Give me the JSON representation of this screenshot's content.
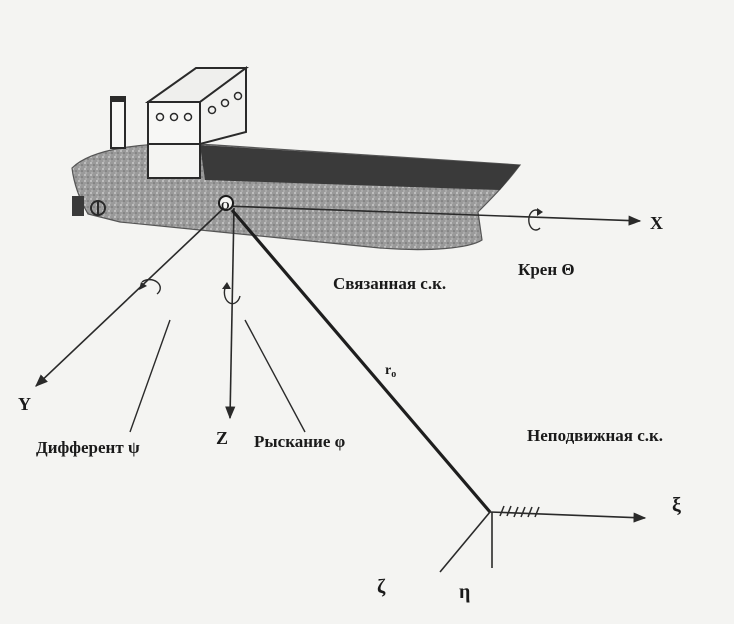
{
  "labels": {
    "x_axis": "X",
    "y_axis": "Y",
    "z_axis": "Z",
    "origin": "O",
    "roll": "Крен Θ",
    "pitch": "Дифферент ψ",
    "yaw": "Рыскание φ",
    "body_frame": "Связанная с.к.",
    "fixed_frame": "Неподвижная с.к.",
    "radius_vector": "r",
    "radius_subscript": "o",
    "xi": "ξ",
    "eta": "η",
    "zeta": "ζ"
  },
  "colors": {
    "ink": "#1a1a1a",
    "hull": "#8a8a8a",
    "deck": "#3a3a3a",
    "background": "#f4f4f2"
  },
  "icons": [
    "ship-illustration",
    "rotation-arrow-icon",
    "ground-hatch-icon"
  ]
}
